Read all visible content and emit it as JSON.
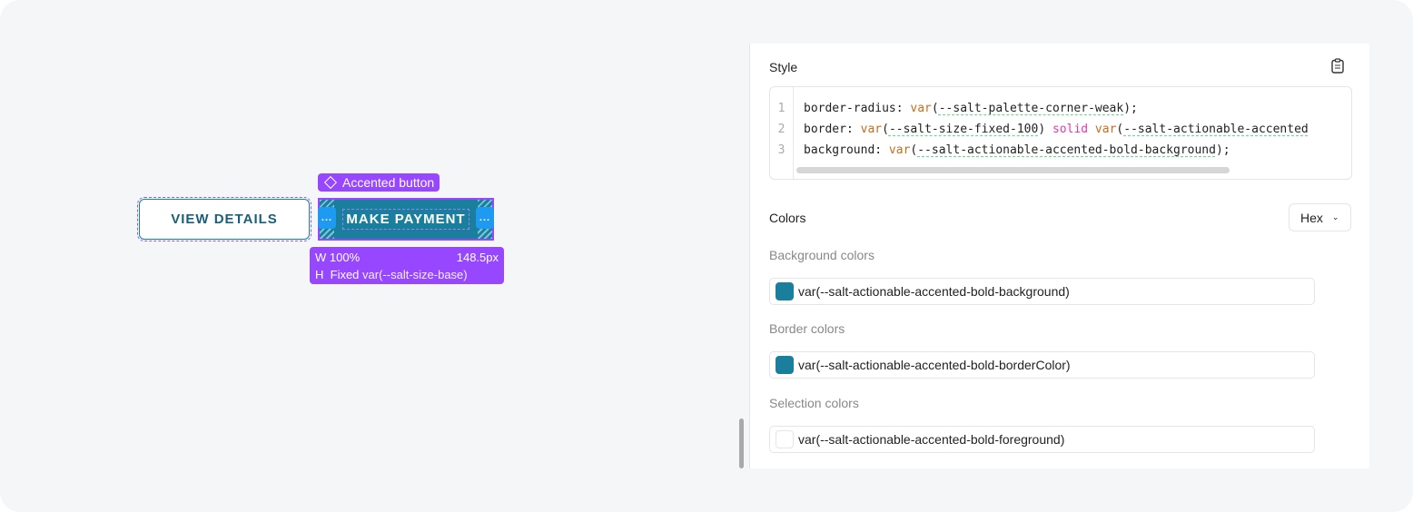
{
  "canvas": {
    "view_button": "VIEW DETAILS",
    "pay_button": "MAKE PAYMENT",
    "component_tag": "Accented button",
    "component_icon": "diamond-icon",
    "handle_glyph": "...",
    "dimensions": {
      "w_label": "W",
      "w_value": "100%",
      "w_px": "148.5px",
      "h_label": "H",
      "h_mode": "Fixed",
      "h_value": "var(--salt-size-base)"
    }
  },
  "style": {
    "title": "Style",
    "copy_icon": "clipboard-icon",
    "line_numbers": [
      "1",
      "2",
      "3"
    ],
    "lines": [
      {
        "prop": "border-radius: ",
        "fn": "var",
        "arg": "--salt-palette-corner-weak",
        "end": ");"
      },
      {
        "prop": "border: ",
        "fn": "var",
        "arg": "--salt-size-fixed-100",
        "mid": ") ",
        "kw": "solid",
        "fn2": " var",
        "arg2": "--salt-actionable-accented"
      },
      {
        "prop": "background: ",
        "fn": "var",
        "arg": "--salt-actionable-accented-bold-background",
        "end": ");"
      }
    ]
  },
  "colors": {
    "title": "Colors",
    "format": "Hex",
    "groups": [
      {
        "label": "Background colors",
        "value": "var(--salt-actionable-accented-bold-background)",
        "swatch": "#1a7f9c"
      },
      {
        "label": "Border colors",
        "value": "var(--salt-actionable-accented-bold-borderColor)",
        "swatch": "#1a7f9c"
      },
      {
        "label": "Selection colors",
        "value": "var(--salt-actionable-accented-bold-foreground)",
        "swatch": "#ffffff"
      }
    ]
  }
}
